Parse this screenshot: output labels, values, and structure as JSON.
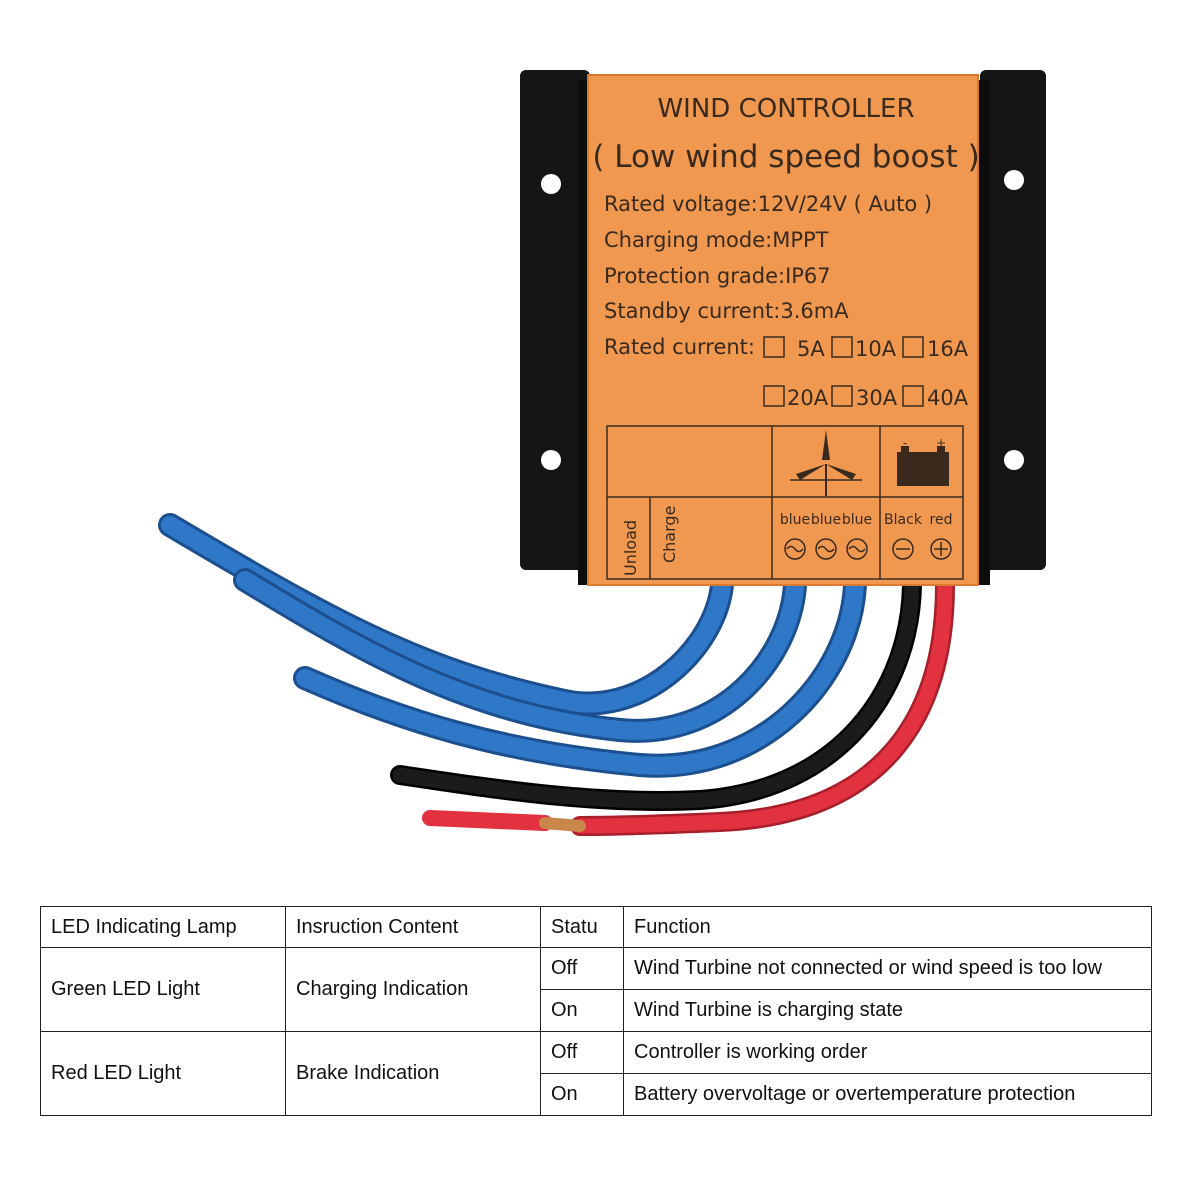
{
  "product": {
    "title": "WIND CONTROLLER",
    "subtitle": "( Low wind speed boost )",
    "specs": [
      "Rated voltage:12V/24V ( Auto )",
      "Charging mode:MPPT",
      "Protection grade:IP67",
      "Standby current:3.6mA"
    ],
    "rated_current_label": "Rated current:",
    "current_options_row1": [
      "5A",
      "10A",
      "16A"
    ],
    "current_options_row2": [
      "20A",
      "30A",
      "40A"
    ],
    "indicators": [
      "Unload",
      "Charge"
    ],
    "turbine_wires": [
      "blue",
      "blue",
      "blue"
    ],
    "battery_wires": [
      "Black",
      "red"
    ],
    "battery_terminals": [
      "-",
      "+"
    ],
    "colors": {
      "label_orange": "#f0984f",
      "housing_black": "#151515",
      "wire_blue": "#2f78c8",
      "wire_red": "#e2323f",
      "wire_black": "#1b1b1b"
    }
  },
  "table": {
    "headers": [
      "LED Indicating Lamp",
      "Insruction Content",
      "Statu",
      "Function"
    ],
    "groups": [
      {
        "lamp": "Green LED Light",
        "content": "Charging Indication",
        "rows": [
          {
            "status": "Off",
            "function": "Wind Turbine  not connected or wind speed is too low"
          },
          {
            "status": "On",
            "function": "Wind Turbine  is charging state"
          }
        ]
      },
      {
        "lamp": "Red LED Light",
        "content": "Brake Indication",
        "rows": [
          {
            "status": "Off",
            "function": "Controller is working order"
          },
          {
            "status": "On",
            "function": "Battery overvoltage or overtemperature protection"
          }
        ]
      }
    ]
  }
}
